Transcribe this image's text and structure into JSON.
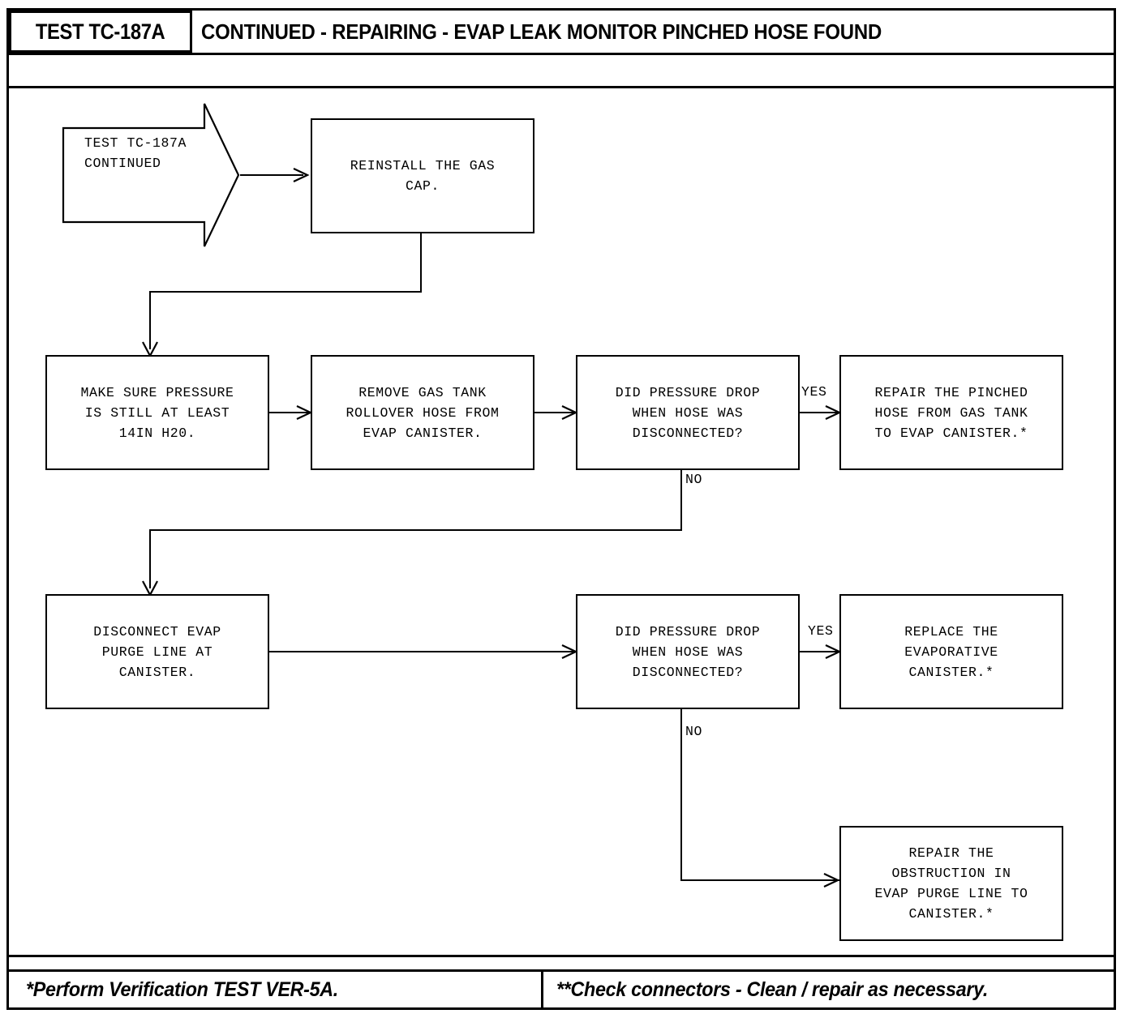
{
  "header": {
    "tag": "TEST TC-187A",
    "title": "CONTINUED - REPAIRING - EVAP LEAK MONITOR PINCHED HOSE FOUND"
  },
  "footer": {
    "left_note": "*Perform Verification TEST VER-5A.",
    "right_note": "**Check connectors - Clean / repair as necessary."
  },
  "nodes": {
    "start": "TEST TC-187A\nCONTINUED",
    "reinstall_gas_cap": "REINSTALL THE GAS\nCAP.",
    "make_sure_pressure": "MAKE SURE PRESSURE\nIS STILL AT LEAST\n14IN H20.",
    "remove_rollover_hose": "REMOVE GAS TANK\nROLLOVER HOSE FROM\nEVAP CANISTER.",
    "decision_one": "DID PRESSURE DROP\nWHEN HOSE WAS\nDISCONNECTED?",
    "repair_pinched_hose": "REPAIR THE PINCHED\nHOSE FROM GAS TANK\nTO EVAP CANISTER.*",
    "disconnect_purge_line": "DISCONNECT EVAP\nPURGE LINE AT\nCANISTER.",
    "decision_two": "DID PRESSURE DROP\nWHEN HOSE WAS\nDISCONNECTED?",
    "replace_canister": "REPLACE THE\nEVAPORATIVE\nCANISTER.*",
    "repair_obstruction": "REPAIR THE\nOBSTRUCTION IN\nEVAP PURGE LINE TO\nCANISTER.*"
  },
  "edge_labels": {
    "yes_one": "YES",
    "no_one": "NO",
    "yes_two": "YES",
    "no_two": "NO"
  },
  "colors": {
    "ink": "#000000",
    "paper": "#ffffff"
  }
}
